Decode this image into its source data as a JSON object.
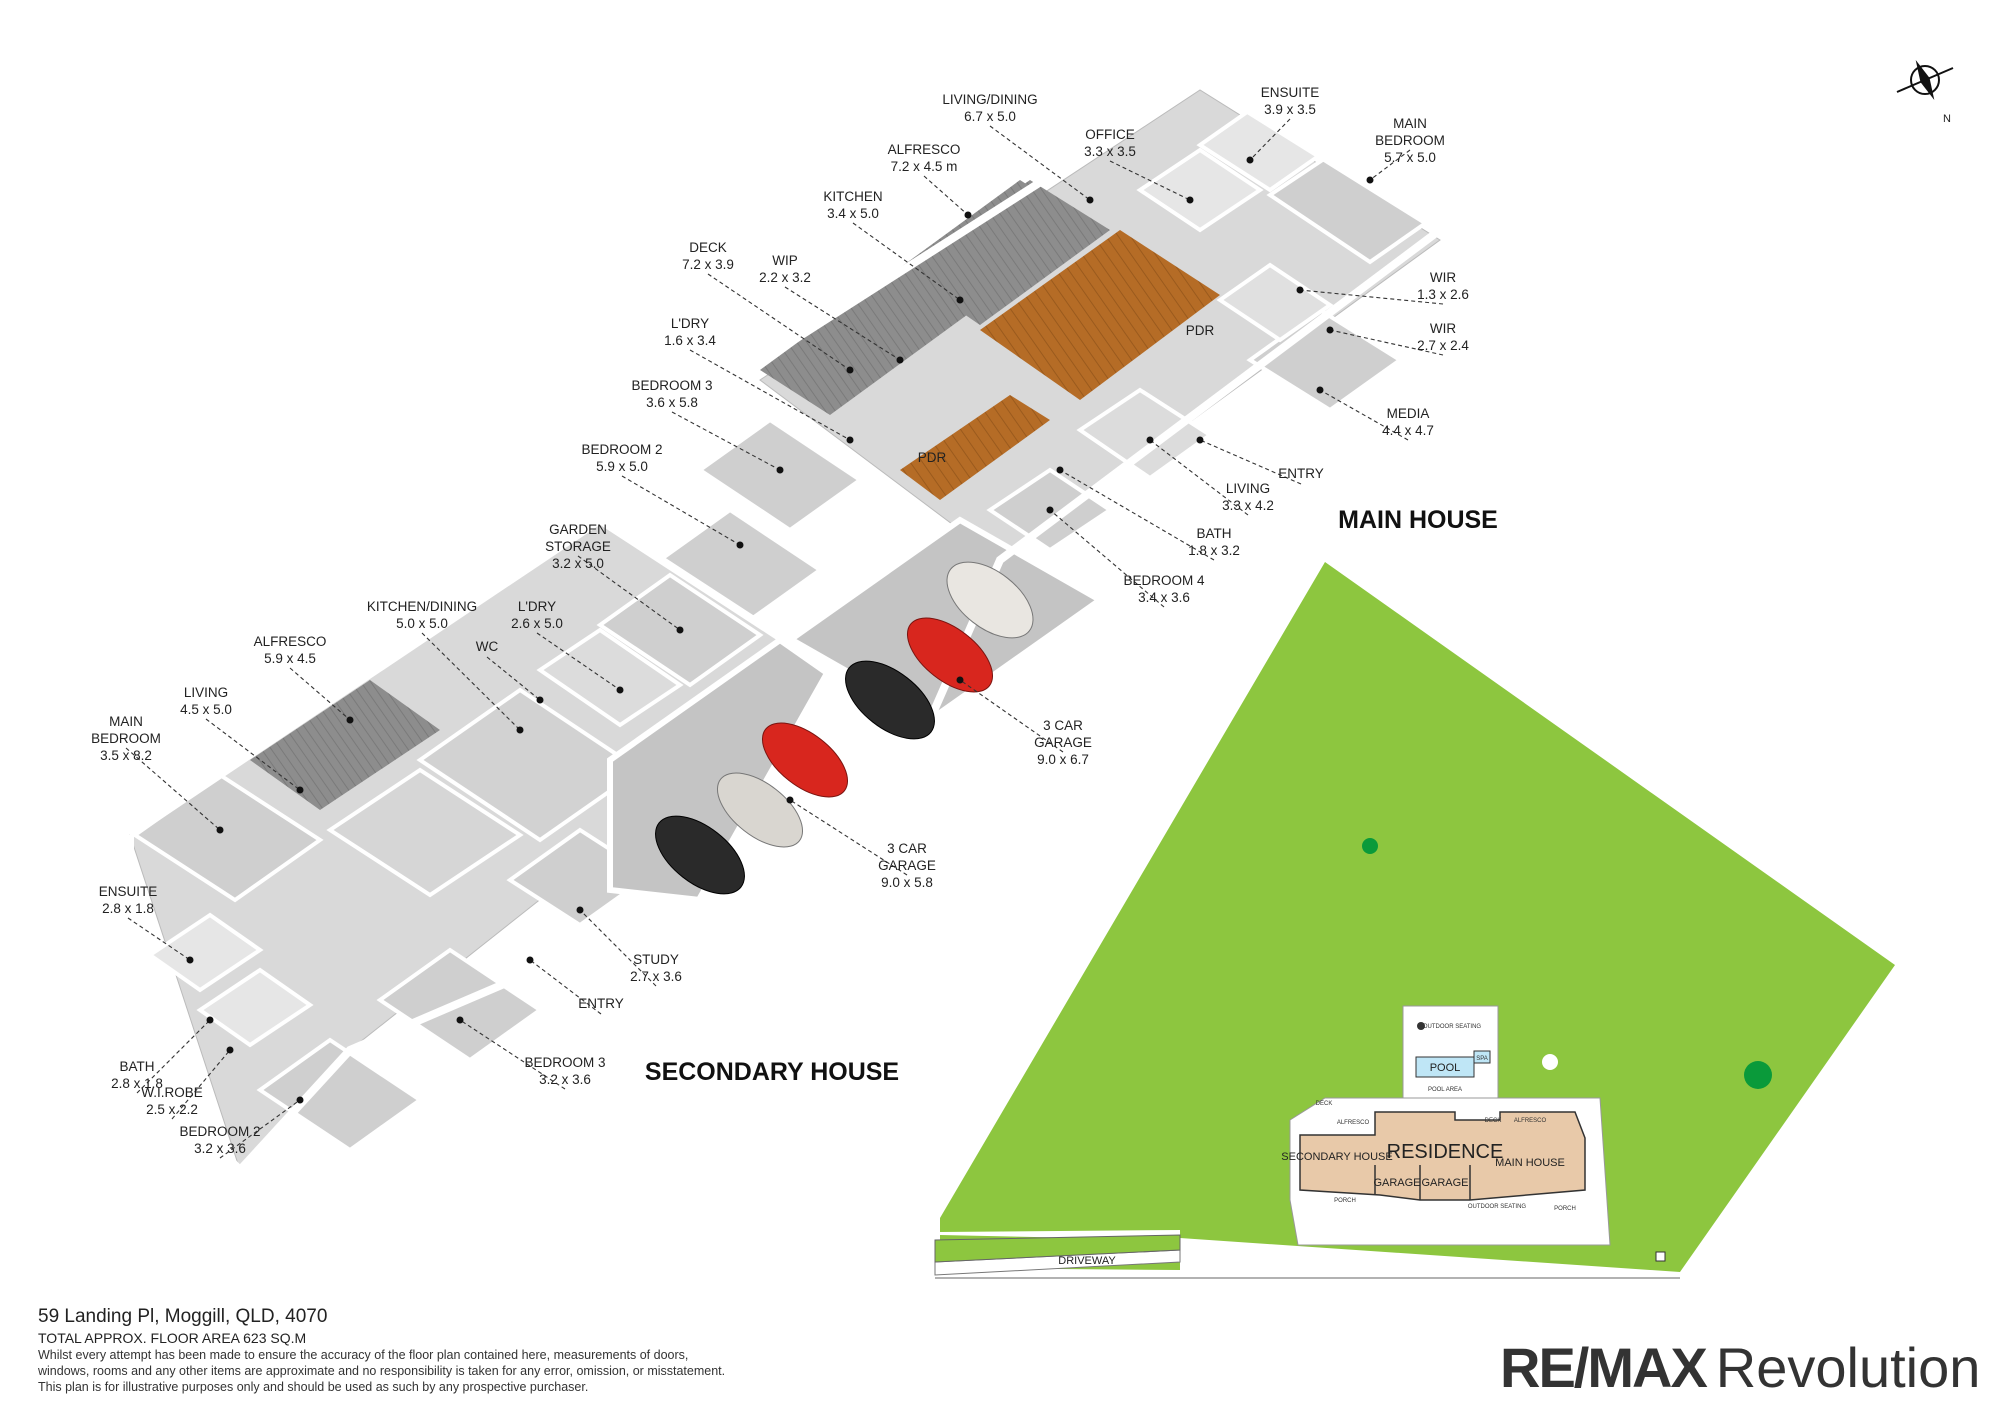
{
  "rooms": [
    {
      "name": "LIVING/DINING",
      "dims": "6.7 x 5.0"
    },
    {
      "name": "ALFRESCO",
      "dims": "7.2 x 4.5 m"
    },
    {
      "name": "KITCHEN",
      "dims": "3.4 x 5.0"
    },
    {
      "name": "OFFICE",
      "dims": "3.3 x 3.5"
    },
    {
      "name": "ENSUITE",
      "dims": "3.9 x 3.5"
    },
    {
      "name": "MAIN BEDROOM",
      "dims": "5.7 x 5.0"
    },
    {
      "name": "DECK",
      "dims": "7.2 x 3.9"
    },
    {
      "name": "WIP",
      "dims": "2.2 x 3.2"
    },
    {
      "name": "L'DRY",
      "dims": "1.6 x 3.4"
    },
    {
      "name": "WIR",
      "dims": "1.3 x 2.6"
    },
    {
      "name": "WIR",
      "dims": "2.7 x 2.4"
    },
    {
      "name": "MEDIA",
      "dims": "4.4 x 4.7"
    },
    {
      "name": "BEDROOM 3",
      "dims": "3.6 x 5.8"
    },
    {
      "name": "BEDROOM 2",
      "dims": "5.9 x 5.0"
    },
    {
      "name": "ENTRY",
      "dims": ""
    },
    {
      "name": "LIVING",
      "dims": "3.3 x 4.2"
    },
    {
      "name": "BATH",
      "dims": "1.8 x 3.2"
    },
    {
      "name": "BEDROOM 4",
      "dims": "3.4 x 3.6"
    },
    {
      "name": "GARDEN STORAGE",
      "dims": "3.2 x 5.0"
    },
    {
      "name": "L'DRY",
      "dims": "2.6 x 5.0"
    },
    {
      "name": "KITCHEN/DINING",
      "dims": "5.0 x 5.0"
    },
    {
      "name": "ALFRESCO",
      "dims": "5.9 x 4.5"
    },
    {
      "name": "WC",
      "dims": ""
    },
    {
      "name": "LIVING",
      "dims": "4.5 x 5.0"
    },
    {
      "name": "MAIN BEDROOM",
      "dims": "3.5 x 8.2"
    },
    {
      "name": "3 CAR GARAGE",
      "dims": "9.0 x 6.7"
    },
    {
      "name": "3 CAR GARAGE",
      "dims": "9.0 x 5.8"
    },
    {
      "name": "ENSUITE",
      "dims": "2.8 x 1.8"
    },
    {
      "name": "STUDY",
      "dims": "2.7 x 3.6"
    },
    {
      "name": "ENTRY",
      "dims": ""
    },
    {
      "name": "BATH",
      "dims": "2.8 x 1.8"
    },
    {
      "name": "W.I.ROBE",
      "dims": "2.5 x 2.2"
    },
    {
      "name": "BEDROOM 3",
      "dims": "3.2 x 3.6"
    },
    {
      "name": "BEDROOM 2",
      "dims": "3.2 x 3.6"
    }
  ],
  "pdr_labels": [
    "PDR",
    "PDR"
  ],
  "sections": {
    "main_house": "MAIN HOUSE",
    "secondary_house": "SECONDARY HOUSE"
  },
  "site": {
    "residence": "RESIDENCE",
    "secondary_house": "SECONDARY HOUSE",
    "main_house": "MAIN HOUSE",
    "garage": "GARAGE",
    "driveway": "DRIVEWAY",
    "pool": "POOL",
    "spa": "SPA",
    "outdoor_seating": "OUTDOOR SEATING",
    "pool_area": "POOL AREA",
    "deck": "DECK",
    "alfresco": "ALFRESCO",
    "porch": "PORCH"
  },
  "north_label": "N",
  "footer": {
    "address": "59 Landing Pl, Moggill, QLD, 4070",
    "area": "TOTAL APPROX. FLOOR AREA 623 SQ.M",
    "disclaimer": [
      "Whilst every attempt has been made to ensure the accuracy of the floor plan contained here, measurements of doors,",
      "windows, rooms and any other items are approximate and no responsibility is taken for any error, omission, or misstatement.",
      "This plan is for illustrative purposes only and should be used as such by any prospective purchaser."
    ]
  },
  "brand": {
    "part1": "RE/MAX",
    "part2": "Revolution"
  },
  "colors": {
    "lawn": "#8dc63f",
    "building": "#e8c9a9",
    "wall": "#ffffff",
    "floor_grey": "#cfcfcf",
    "timber": "#b8702a",
    "deck": "#8a8a8a",
    "car_red": "#d8261e"
  }
}
